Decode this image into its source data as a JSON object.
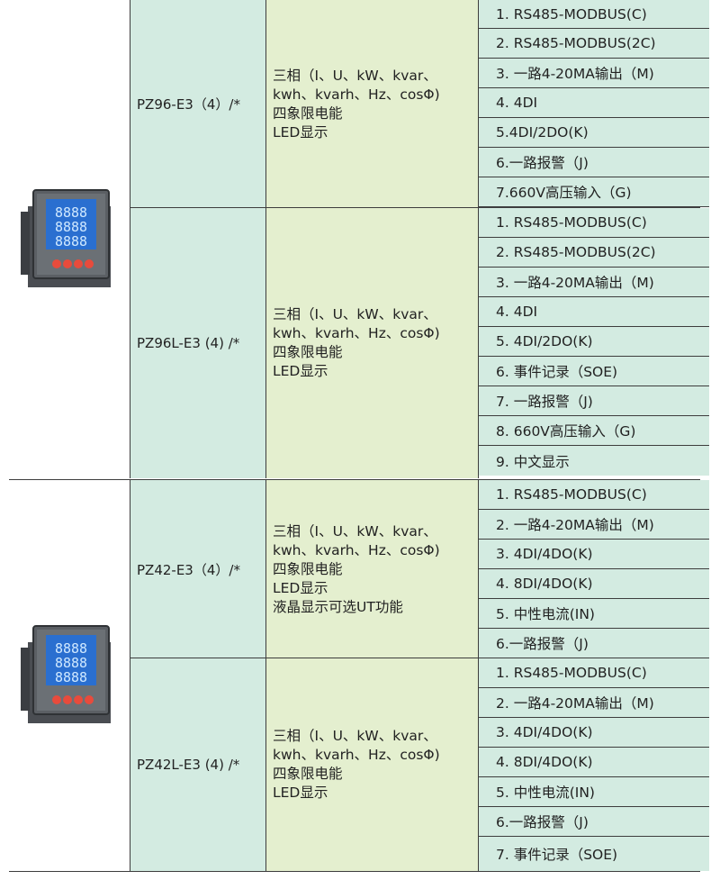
{
  "groups": [
    {
      "products": [
        {
          "model": "PZ96-E3（4）/*",
          "desc_lines": [
            "三相（I、U、kW、kvar、",
            "kwh、kvarh、Hz、cosΦ)",
            "四象限电能",
            "LED显示"
          ],
          "options": [
            "1. RS485-MODBUS(C)",
            "2. RS485-MODBUS(2C)",
            "3. 一路4-20MA输出（M)",
            "4. 4DI",
            "5.4DI/2DO(K)",
            "6.一路报警（J)",
            "7.660V高压输入（G)"
          ]
        },
        {
          "model": "PZ96L-E3 (4) /*",
          "desc_lines": [
            "三相（I、U、kW、kvar、",
            "kwh、kvarh、Hz、cosΦ)",
            "四象限电能",
            "LED显示"
          ],
          "options": [
            "1. RS485-MODBUS(C)",
            "2. RS485-MODBUS(2C)",
            "3. 一路4-20MA输出（M)",
            "4. 4DI",
            "5. 4DI/2DO(K)",
            "6. 事件记录（SOE)",
            "7. 一路报警（J)",
            "8. 660V高压输入（G)",
            "9. 中文显示"
          ]
        }
      ]
    },
    {
      "products": [
        {
          "model": "PZ42-E3（4）/*",
          "desc_lines": [
            "三相（I、U、kW、kvar、",
            "kwh、kvarh、Hz、cosΦ)",
            "四象限电能",
            "LED显示",
            "液晶显示可选UT功能"
          ],
          "options": [
            "1. RS485-MODBUS(C)",
            "2. 一路4-20MA输出（M)",
            "3. 4DI/4DO(K)",
            "4. 8DI/4DO(K)",
            "5. 中性电流(IN)",
            "6.一路报警（J)"
          ]
        },
        {
          "model": "PZ42L-E3 (4) /*",
          "desc_lines": [
            "三相（I、U、kW、kvar、",
            "kwh、kvarh、Hz、cosΦ)",
            "四象限电能",
            "LED显示"
          ],
          "options": [
            "1. RS485-MODBUS(C)",
            "2. 一路4-20MA输出（M)",
            "3. 4DI/4DO(K)",
            "4. 8DI/4DO(K)",
            "5. 中性电流(IN)",
            "6.一路报警（J)",
            "7. 事件记录（SOE)"
          ]
        }
      ]
    }
  ],
  "colors": {
    "model_bg": "#d3ebe1",
    "desc_bg": "#e4efcf",
    "option_bg": "#d3ebe1",
    "line": "#3d3d3d",
    "display": "#2a6fd0"
  }
}
